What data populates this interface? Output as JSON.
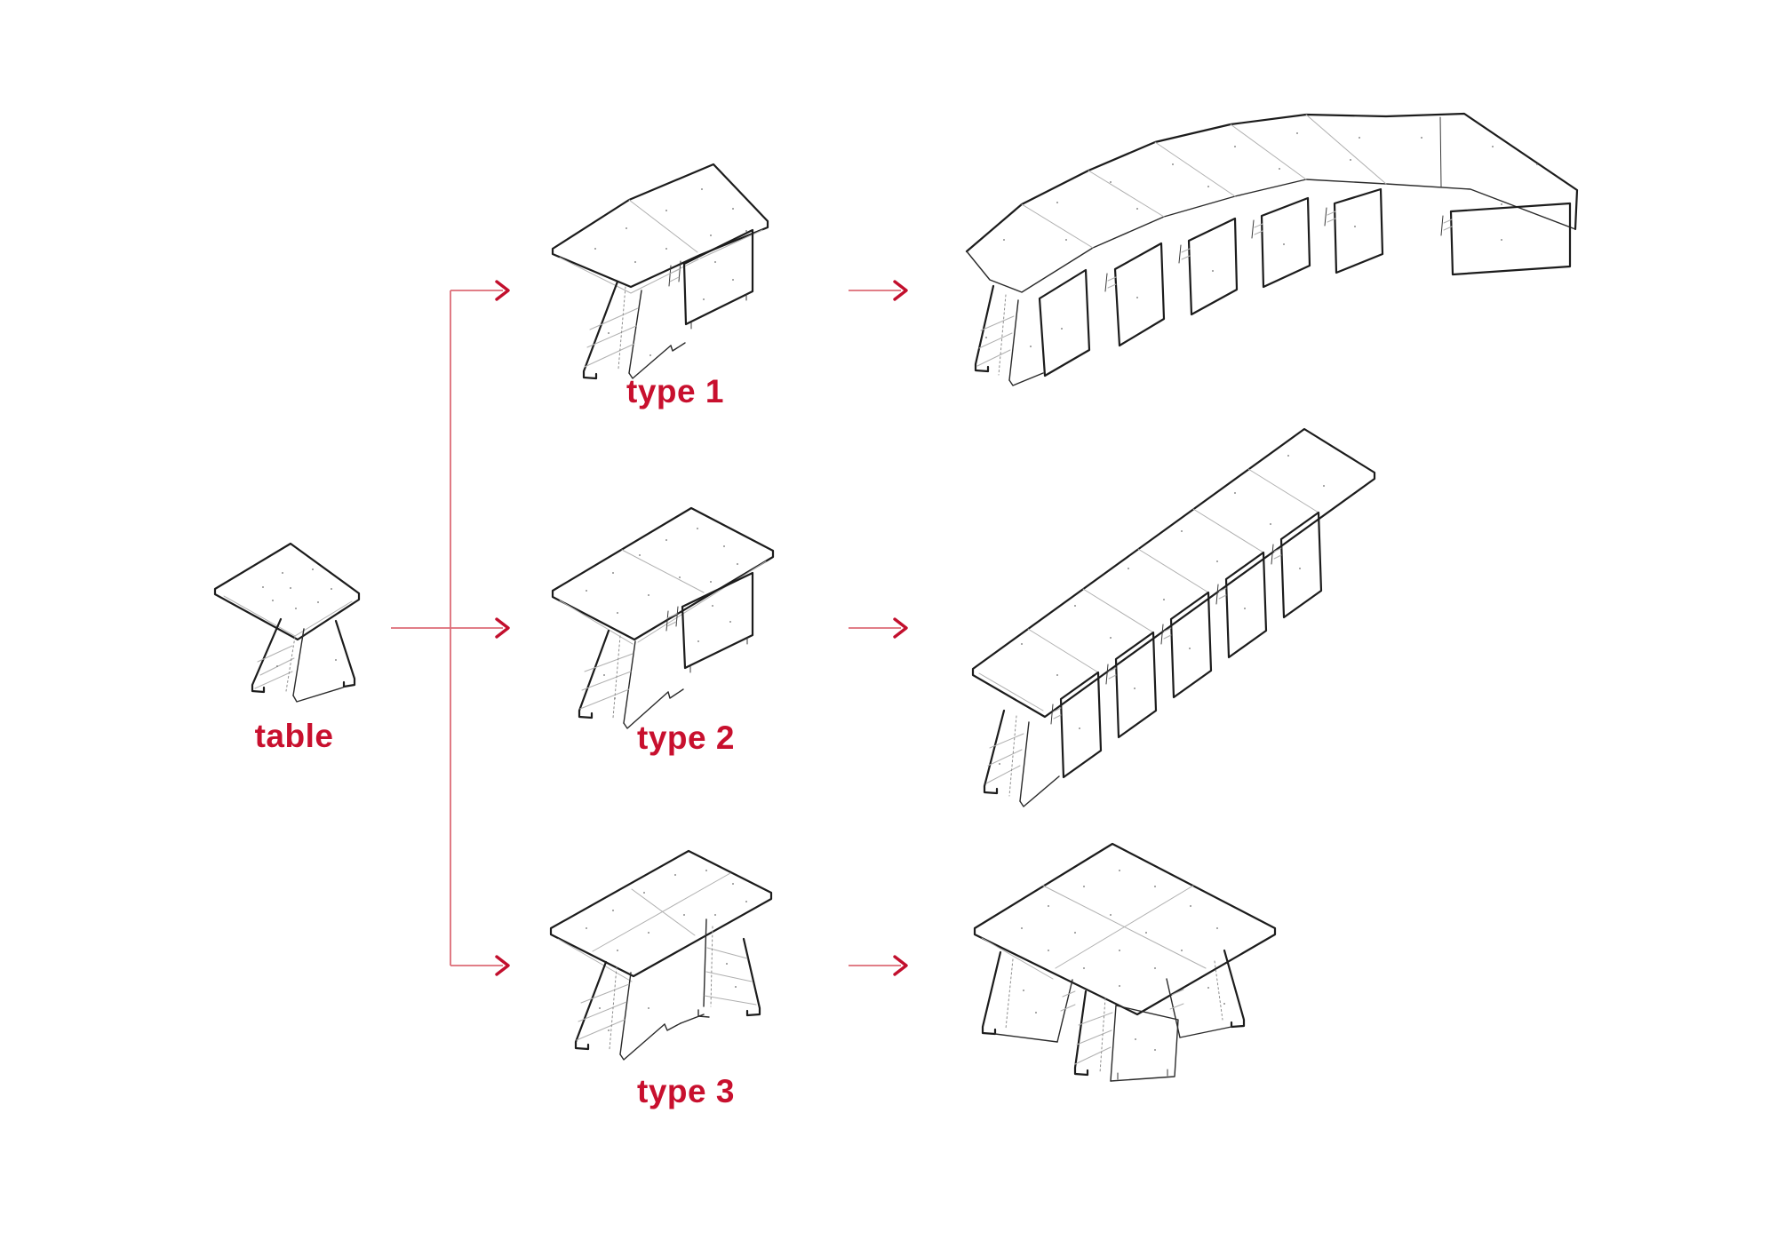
{
  "colors": {
    "background": "#ffffff",
    "label_red": "#c8102e",
    "arrow_line_red": "#dd6b76",
    "arrow_head_red": "#c20f2d",
    "drawing_ink": "#1c1c1c",
    "drawing_light": "#b0b0b0"
  },
  "figures": {
    "single_table": {
      "icon": "isometric-table-drawing",
      "caption": "table"
    },
    "type1": {
      "icon": "two-tables-angled-drawing",
      "caption": "type 1"
    },
    "type2": {
      "icon": "two-tables-inline-drawing",
      "caption": "type 2"
    },
    "type3": {
      "icon": "two-tables-side-by-side-drawing",
      "caption": "type 3"
    },
    "curved_assembly": {
      "icon": "curved-table-row-drawing"
    },
    "linear_assembly": {
      "icon": "straight-table-row-drawing"
    },
    "square_assembly": {
      "icon": "square-table-cluster-drawing"
    }
  }
}
